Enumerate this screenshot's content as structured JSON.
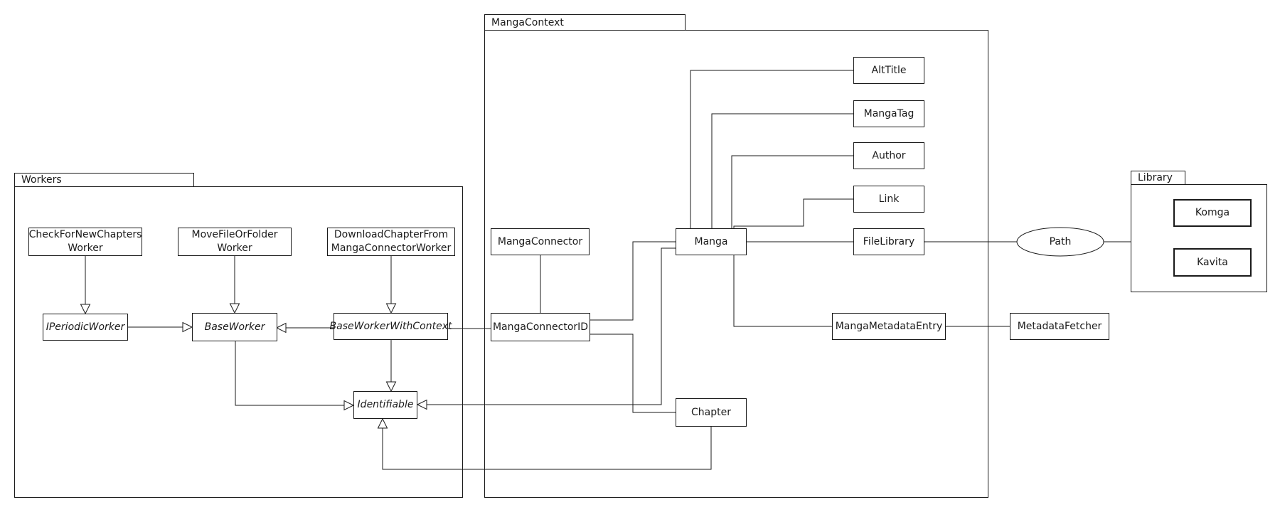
{
  "packages": {
    "workers": {
      "label": "Workers"
    },
    "mangaContext": {
      "label": "MangaContext"
    },
    "library": {
      "label": "Library"
    }
  },
  "ellipse": {
    "id": "path",
    "label": "Path"
  },
  "nodes": [
    {
      "id": "check-for-new-chapters-worker",
      "lines": [
        "CheckForNewChapters",
        "Worker"
      ],
      "abstract": false,
      "package": "Workers"
    },
    {
      "id": "move-file-or-folder-worker",
      "lines": [
        "MoveFileOrFolder",
        "Worker"
      ],
      "abstract": false,
      "package": "Workers"
    },
    {
      "id": "download-chapter-from-manga-connector-worker",
      "lines": [
        "DownloadChapterFrom",
        "MangaConnectorWorker"
      ],
      "abstract": false,
      "package": "Workers"
    },
    {
      "id": "i-periodic-worker",
      "lines": [
        "IPeriodicWorker"
      ],
      "abstract": true,
      "package": "Workers"
    },
    {
      "id": "base-worker",
      "lines": [
        "BaseWorker"
      ],
      "abstract": true,
      "package": "Workers"
    },
    {
      "id": "base-worker-with-context",
      "lines": [
        "BaseWorkerWithContext"
      ],
      "abstract": true,
      "package": "Workers"
    },
    {
      "id": "identifiable",
      "lines": [
        "Identifiable"
      ],
      "abstract": true,
      "package": "Workers"
    },
    {
      "id": "manga-connector",
      "lines": [
        "MangaConnector"
      ],
      "abstract": false,
      "package": "MangaContext"
    },
    {
      "id": "manga-connector-id",
      "lines": [
        "MangaConnectorID"
      ],
      "abstract": false,
      "package": "MangaContext"
    },
    {
      "id": "manga",
      "lines": [
        "Manga"
      ],
      "abstract": false,
      "package": "MangaContext"
    },
    {
      "id": "chapter",
      "lines": [
        "Chapter"
      ],
      "abstract": false,
      "package": "MangaContext"
    },
    {
      "id": "alt-title",
      "lines": [
        "AltTitle"
      ],
      "abstract": false,
      "package": "MangaContext"
    },
    {
      "id": "manga-tag",
      "lines": [
        "MangaTag"
      ],
      "abstract": false,
      "package": "MangaContext"
    },
    {
      "id": "author",
      "lines": [
        "Author"
      ],
      "abstract": false,
      "package": "MangaContext"
    },
    {
      "id": "link",
      "lines": [
        "Link"
      ],
      "abstract": false,
      "package": "MangaContext"
    },
    {
      "id": "file-library",
      "lines": [
        "FileLibrary"
      ],
      "abstract": false,
      "package": "MangaContext"
    },
    {
      "id": "manga-metadata-entry",
      "lines": [
        "MangaMetadataEntry"
      ],
      "abstract": false,
      "package": "MangaContext"
    },
    {
      "id": "komga",
      "lines": [
        "Komga"
      ],
      "abstract": false,
      "package": "Library"
    },
    {
      "id": "kavita",
      "lines": [
        "Kavita"
      ],
      "abstract": false,
      "package": "Library"
    },
    {
      "id": "metadata-fetcher",
      "lines": [
        "MetadataFetcher"
      ],
      "abstract": false,
      "package": null
    }
  ],
  "edges": [
    {
      "from": "check-for-new-chapters-worker",
      "to": "i-periodic-worker",
      "type": "generalization"
    },
    {
      "from": "move-file-or-folder-worker",
      "to": "base-worker",
      "type": "generalization"
    },
    {
      "from": "download-chapter-from-manga-connector-worker",
      "to": "base-worker-with-context",
      "type": "generalization"
    },
    {
      "from": "i-periodic-worker",
      "to": "base-worker",
      "type": "generalization"
    },
    {
      "from": "base-worker-with-context",
      "to": "base-worker",
      "type": "generalization"
    },
    {
      "from": "base-worker-with-context",
      "to": "identifiable",
      "type": "generalization"
    },
    {
      "from": "base-worker",
      "to": "identifiable",
      "type": "generalization"
    },
    {
      "from": "manga",
      "to": "identifiable",
      "type": "generalization"
    },
    {
      "from": "chapter",
      "to": "identifiable",
      "type": "generalization"
    },
    {
      "from": "manga-connector",
      "to": "manga-connector-id",
      "type": "association"
    },
    {
      "from": "base-worker-with-context",
      "to": "manga-connector-id",
      "type": "association"
    },
    {
      "from": "manga-connector-id",
      "to": "manga",
      "type": "association"
    },
    {
      "from": "manga-connector-id",
      "to": "chapter",
      "type": "association"
    },
    {
      "from": "manga",
      "to": "alt-title",
      "type": "association"
    },
    {
      "from": "manga",
      "to": "manga-tag",
      "type": "association"
    },
    {
      "from": "manga",
      "to": "author",
      "type": "association"
    },
    {
      "from": "manga",
      "to": "link",
      "type": "association"
    },
    {
      "from": "manga",
      "to": "file-library",
      "type": "association"
    },
    {
      "from": "manga",
      "to": "manga-metadata-entry",
      "type": "association"
    },
    {
      "from": "file-library",
      "to": "path",
      "type": "association"
    },
    {
      "from": "path",
      "to": "library",
      "type": "association"
    },
    {
      "from": "manga-metadata-entry",
      "to": "metadata-fetcher",
      "type": "association"
    }
  ]
}
